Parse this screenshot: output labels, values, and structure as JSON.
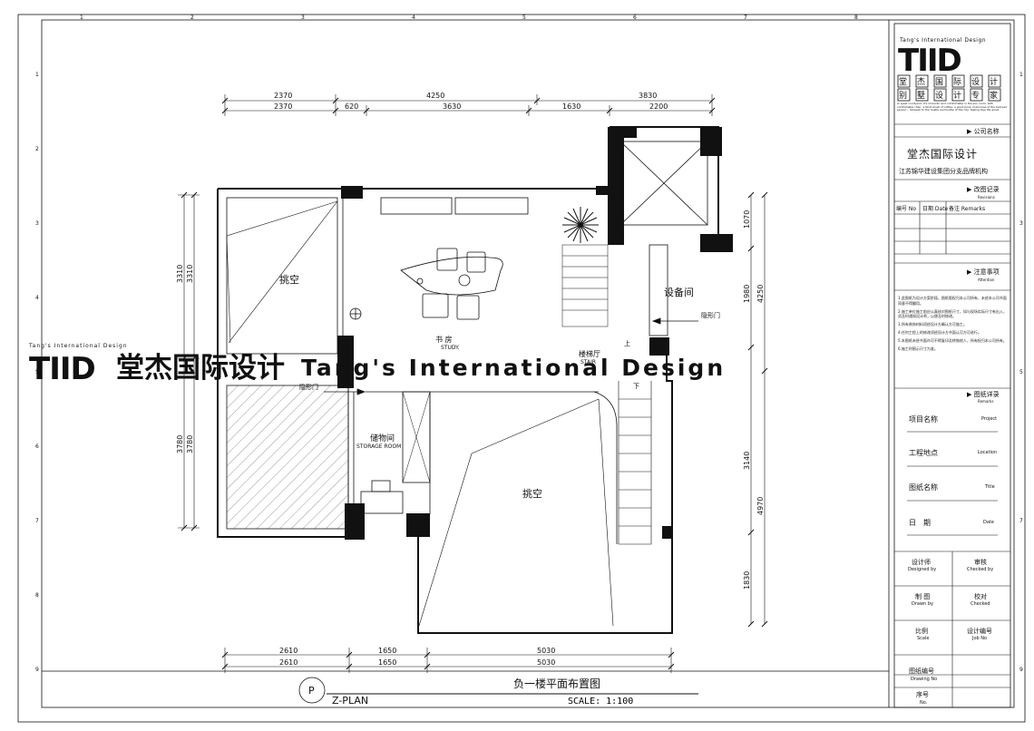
{
  "plan": {
    "rooms": {
      "void_left": "挑空",
      "study": "书 房",
      "study_en": "STUDY.",
      "equipment": "设备间",
      "stair_hall": "楼梯厅",
      "stair_hall_en": "STAIR",
      "hidden_door_right": "隐形门",
      "hidden_door_left": "隐形门",
      "storage": "储物间",
      "storage_en": "STORAGE ROOM",
      "void_center": "挑空",
      "up_mark": "上",
      "down_mark": "下"
    },
    "dims_top_row1": [
      "2370",
      "4250",
      "3830"
    ],
    "dims_top_row2": [
      "2370",
      "620",
      "3630",
      "1630",
      "2200"
    ],
    "dims_left": [
      "3310",
      "3310",
      "3780",
      "3780"
    ],
    "dims_right": [
      "1070",
      "1980",
      "4250",
      "3140",
      "4970",
      "1830"
    ],
    "dims_bottom_row1": [
      "2610",
      "1650",
      "5030"
    ],
    "dims_bottom_row2": [
      "2610",
      "1650",
      "5030"
    ],
    "grid_numbers": [
      "1",
      "2",
      "3",
      "4",
      "5",
      "6",
      "7",
      "8",
      "9"
    ]
  },
  "watermark": {
    "small": "Tang's International Design",
    "logo": "TIID",
    "cn": "堂杰国际设计",
    "en": "Tang's International Design"
  },
  "title_bar": {
    "symbol": "P",
    "plan_code": "Z-PLAN",
    "drawing_title": "负一楼平面布置图",
    "scale": "SCALE: 1:100"
  },
  "title_block": {
    "brand_small": "Tang's International Design",
    "logo": "TIID",
    "chars_row1": [
      "堂",
      "杰",
      "国",
      "际",
      "设",
      "计"
    ],
    "chars_row2": [
      "别",
      "墅",
      "设",
      "计",
      "专",
      "家"
    ],
    "slogan": "In quiet courtyard, it's romantic and comfortable in the sun room, with comfortable chair, a faint smell of coffee, a good book, memories of the beloved person... farewell to the hustle and bustle of the city, feeling free life quiet.",
    "company_header": "▶ 公司名称",
    "company_name": "堂杰国际设计",
    "company_sub": "江苏锦华建设集团分支品牌机构",
    "revision_header": "▶ 改图记录",
    "revision_header_en": "Revisions",
    "revision_cols": [
      "编号 No",
      "日期 Date",
      "备注 Remarks"
    ],
    "attention_header": "▶ 注意事项",
    "attention_header_en": "Attention",
    "notes": [
      "1.此图纸为设计方案阶段，图纸版权归本公司所有，未经本公司书面同意不得翻用。",
      "2.施工单位施工前应认真核对图纸尺寸，如与现场实际尺寸有出入，须及时通知设计师，以便及时修改。",
      "3.所有装饰材料须经设计方确认方可施工。",
      "4.任何工程上的修改须经设计方书面认可方可进行。",
      "5.本图纸未经书面许可不得复印及转借他人，所有权归本公司所有。",
      "6.施工时图示尺寸为准。"
    ],
    "details_header": "▶ 图纸详录",
    "details_header_en": "Remarks",
    "fields": [
      {
        "cn": "项目名称",
        "en": "Project"
      },
      {
        "cn": "工程地点",
        "en": "Location"
      },
      {
        "cn": "图纸名称",
        "en": "Title"
      },
      {
        "cn": "日　期",
        "en": "Date"
      }
    ],
    "sign_cells": [
      {
        "cn": "设计师",
        "en": "Designed by"
      },
      {
        "cn": "审核",
        "en": "Checked by"
      },
      {
        "cn": "制 图",
        "en": "Drawn by"
      },
      {
        "cn": "校对",
        "en": "Checked"
      },
      {
        "cn": "比例",
        "en": "Scale"
      },
      {
        "cn": "设计编号",
        "en": "Job No"
      }
    ],
    "drawing_no_cn": "图纸编号",
    "drawing_no_en": "Drawing No",
    "seq_cn": "序号",
    "seq_en": "No."
  }
}
